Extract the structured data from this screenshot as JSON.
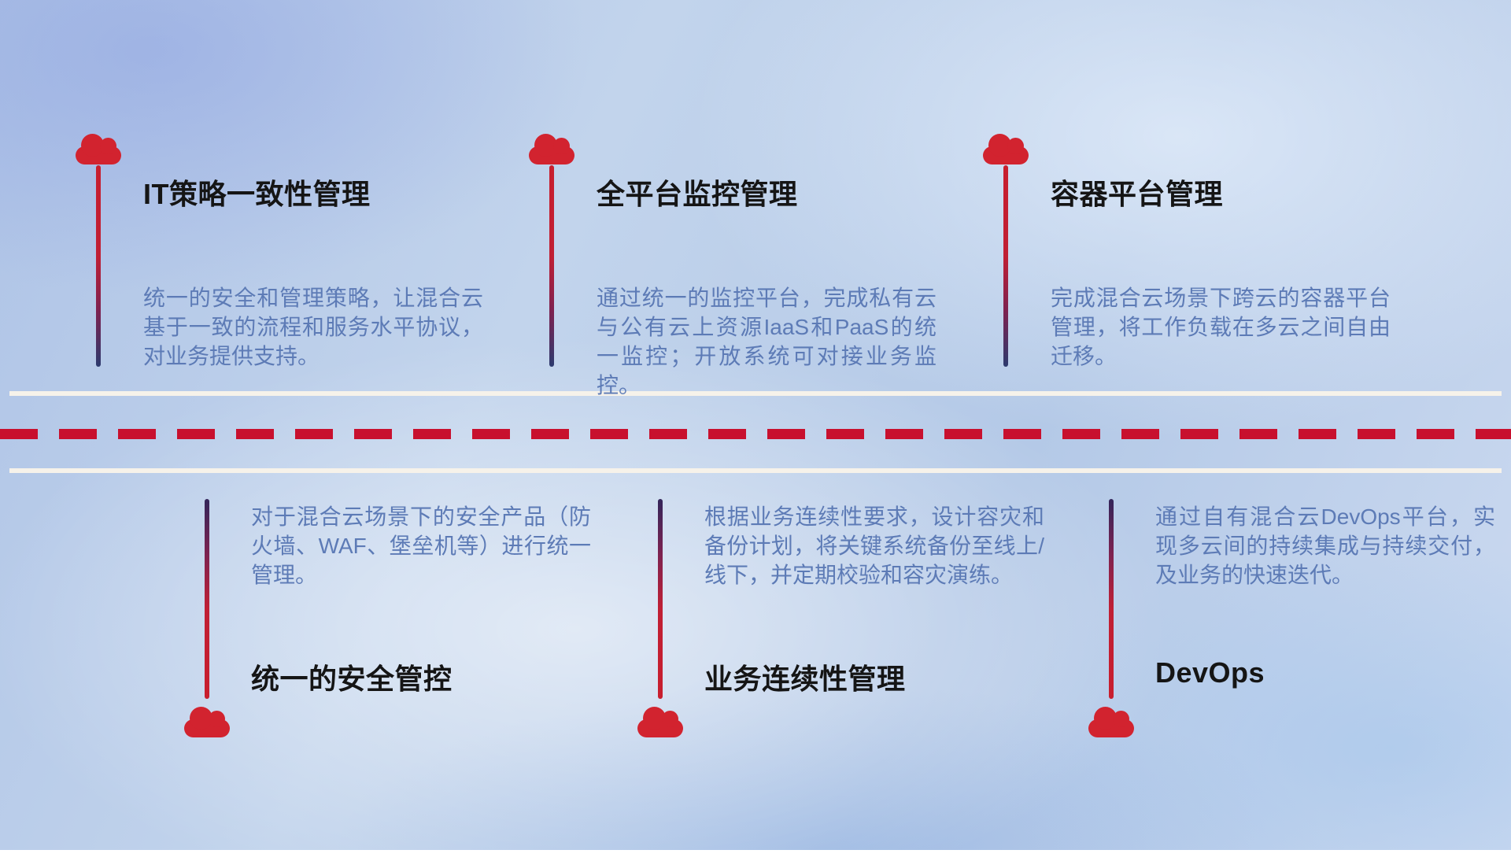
{
  "top_items": [
    {
      "title": "IT策略一致性管理",
      "description": "统一的安全和管理策略，让混合云基于一致的流程和服务水平协议，对业务提供支持。"
    },
    {
      "title": "全平台监控管理",
      "description": "通过统一的监控平台，完成私有云与公有云上资源IaaS和PaaS的统一监控；开放系统可对接业务监控。"
    },
    {
      "title": "容器平台管理",
      "description": "完成混合云场景下跨云的容器平台管理，将工作负载在多云之间自由迁移。"
    }
  ],
  "bottom_items": [
    {
      "title": "统一的安全管控",
      "description": "对于混合云场景下的安全产品（防火墙、WAF、堡垒机等）进行统一管理。"
    },
    {
      "title": "业务连续性管理",
      "description": "根据业务连续性要求，设计容灾和备份计划，将关键系统备份至线上/线下，并定期校验和容灾演练。"
    },
    {
      "title": "DevOps",
      "description": "通过自有混合云DevOps平台，实现多云间的持续集成与持续交付，及业务的快速迭代。"
    }
  ],
  "colors": {
    "cloud_red": "#d2232f",
    "dash_red": "#c8102e",
    "road_white": "#f6f2ea",
    "stem_navy": "#2c3a6e",
    "title_text": "#151515",
    "description_text": "#5d7bb6"
  }
}
